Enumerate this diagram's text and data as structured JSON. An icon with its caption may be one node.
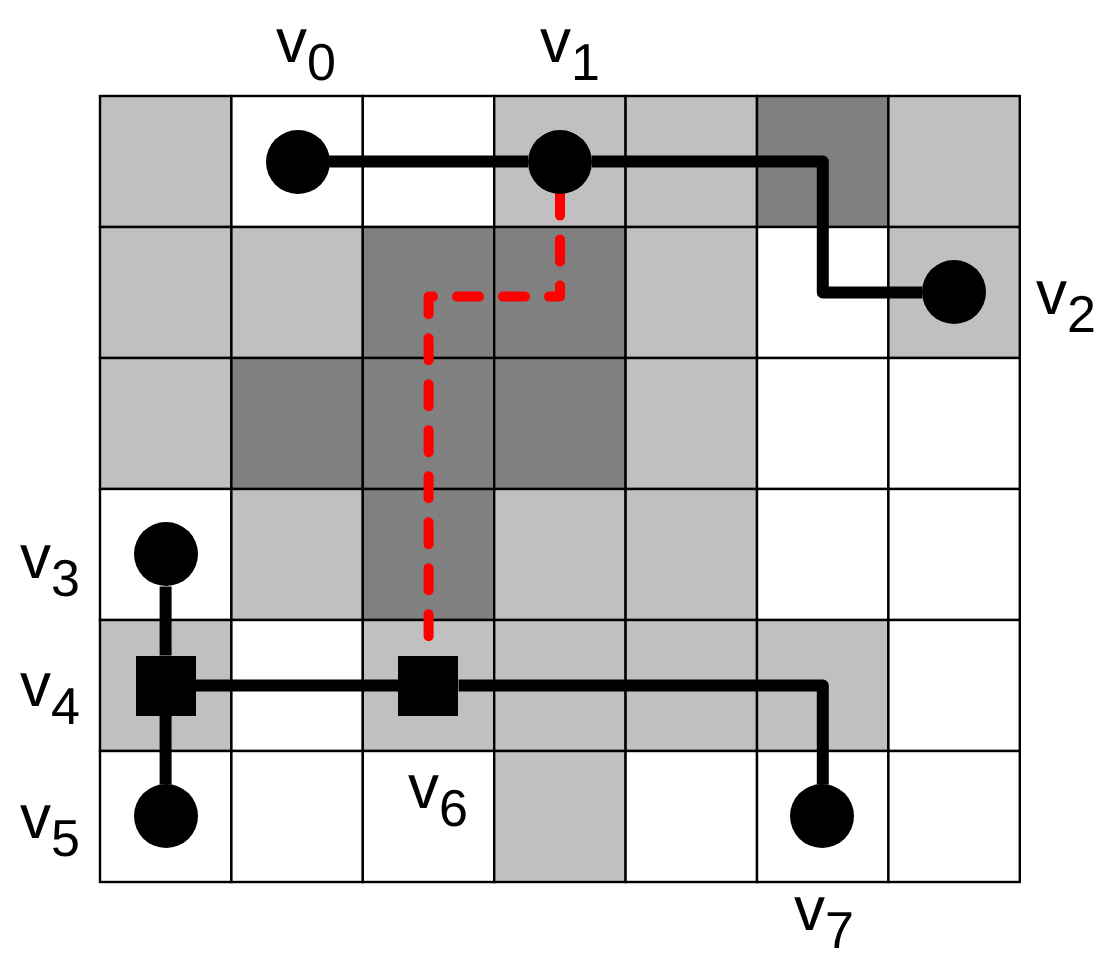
{
  "diagram": {
    "nodes": [
      {
        "text": [
          "v$_{0}$"
        ]
      },
      {
        "text": [
          "v$_{1}$"
        ]
      },
      {
        "text": [
          "v$_{2}$"
        ]
      },
      {
        "text": [
          "v$_{3}$"
        ]
      },
      {
        "text": [
          "v$_{4}$"
        ]
      },
      {
        "text": [
          "v$_{5}$"
        ]
      },
      {
        "text": [
          "v$_{6}$"
        ]
      },
      {
        "text": [
          "v$_{7}$"
        ]
      }
    ],
    "edges": [
      {
        "from": 0,
        "to": 1,
        "arrow": "none"
      },
      {
        "from": 1,
        "to": 2,
        "arrow": "none"
      },
      {
        "from": 1,
        "to": 6,
        "arrow": "none",
        "style": "dashed",
        "color": "#ff0000"
      },
      {
        "from": 3,
        "to": 4,
        "arrow": "none"
      },
      {
        "from": 4,
        "to": 5,
        "arrow": "none"
      },
      {
        "from": 4,
        "to": 6,
        "arrow": "none"
      },
      {
        "from": 6,
        "to": 7,
        "arrow": "none"
      }
    ]
  }
}
